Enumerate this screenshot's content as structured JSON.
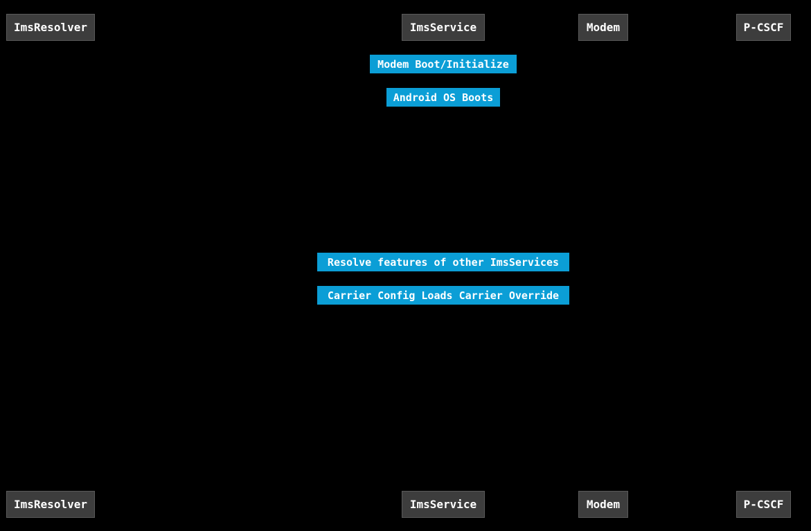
{
  "diagram": {
    "type": "sequence-diagram",
    "colors": {
      "background": "#000000",
      "participant_fill": "#3d3d3d",
      "participant_border": "#5a5a5a",
      "note_fill": "#0b9ed6",
      "text": "#ffffff"
    },
    "participants_top": [
      {
        "label": "ImsResolver"
      },
      {
        "label": "ImsService"
      },
      {
        "label": "Modem"
      },
      {
        "label": "P-CSCF"
      }
    ],
    "participants_bottom": [
      {
        "label": "ImsResolver"
      },
      {
        "label": "ImsService"
      },
      {
        "label": "Modem"
      },
      {
        "label": "P-CSCF"
      }
    ],
    "notes": [
      {
        "label": "Modem Boot/Initialize"
      },
      {
        "label": "Android OS Boots"
      },
      {
        "label": "Resolve features of other ImsServices"
      },
      {
        "label": "Carrier Config Loads Carrier Override"
      }
    ]
  }
}
